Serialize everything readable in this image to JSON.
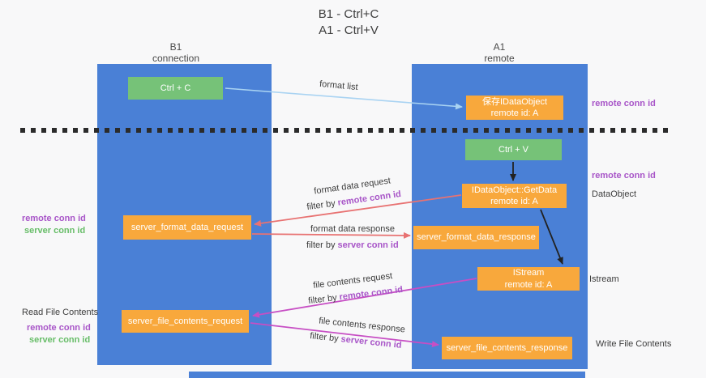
{
  "title": {
    "line1": "B1 - Ctrl+C",
    "line2": "A1 - Ctrl+V"
  },
  "columns": {
    "left": {
      "header_line1": "B1",
      "header_line2": "connection"
    },
    "right": {
      "header_line1": "A1",
      "header_line2": "remote"
    }
  },
  "boxes": {
    "ctrl_c": {
      "label": "Ctrl + C"
    },
    "ctrl_v": {
      "label": "Ctrl + V"
    },
    "saved_idataobject": {
      "line1": "保存IDataObject",
      "line2": "remote id: A"
    },
    "getdata": {
      "line1": "IDataObject::GetData",
      "line2": "remote id: A"
    },
    "istream": {
      "line1": "IStream",
      "line2": "remote id: A"
    },
    "format_request": {
      "label": "server_format_data_request"
    },
    "format_response": {
      "label": "server_format_data_response"
    },
    "file_request": {
      "label": "server_file_contents_request"
    },
    "file_response": {
      "label": "server_file_contents_response"
    }
  },
  "arrow_labels": {
    "format_list": "format list",
    "format_data_request": "format data request",
    "format_data_request_filter": {
      "prefix": "filter by ",
      "highlight": "remote conn id"
    },
    "format_data_response": "format data response",
    "format_data_response_filter": {
      "prefix": "filter by ",
      "highlight": "server conn id"
    },
    "file_contents_request": "file contents request",
    "file_contents_request_filter": {
      "prefix": "filter by ",
      "highlight": "remote conn id"
    },
    "file_contents_response": "file contents response",
    "file_contents_response_filter": {
      "prefix": "filter by ",
      "highlight": "server conn id"
    }
  },
  "side_labels": {
    "right_top_remote_conn": "remote conn id",
    "right_remote_conn": "remote conn id",
    "right_dataobject": "DataObject",
    "right_istream": "Istream",
    "right_write_file": "Write File Contents",
    "left_remote_conn": "remote conn id",
    "left_server_conn": "server conn id",
    "left_read_file": "Read File Contents",
    "left_bottom_remote_conn": "remote conn id",
    "left_bottom_server_conn": "server conn id"
  },
  "colors": {
    "blue": "#4a80d6",
    "green": "#76c278",
    "orange": "#f8a83c",
    "purple": "#a855c8",
    "green-text": "#67bd68",
    "red-arrow": "#e87272",
    "magenta-arrow": "#c74ec4",
    "lightblue-arrow": "#a9d3f2",
    "dark-line": "#2b2b2b"
  }
}
